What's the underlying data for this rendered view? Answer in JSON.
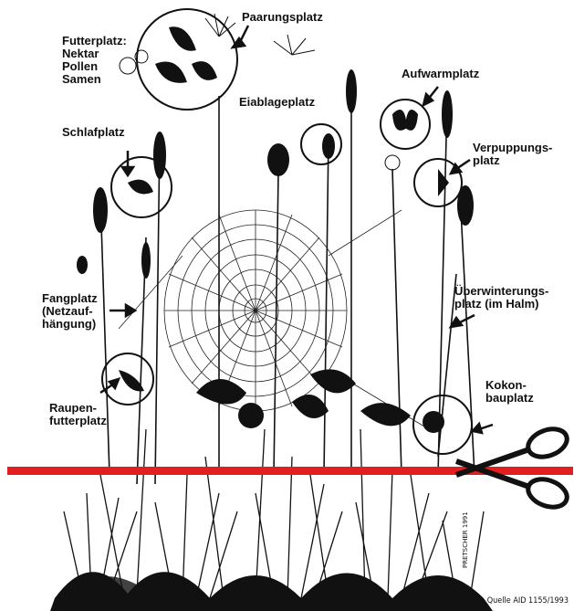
{
  "labels": {
    "futterplatz": "Futterplatz:\nNektar\nPollen\nSamen",
    "paarungsplatz": "Paarungsplatz",
    "eiablageplatz": "Eiablageplatz",
    "aufwarmplatz": "Aufwarmplatz",
    "schlafplatz": "Schlafplatz",
    "verpuppungsplatz": "Verpuppungs-\nplatz",
    "fangplatz": "Fangplatz\n(Netzauf-\nhängung)",
    "ueberwinterungsplatz": "Überwinterungs-\nplatz (im Halm)",
    "raupenfutterplatz": "Raupen-\nfutterplatz",
    "kokonbauplatz": "Kokon-\nbauplatz"
  },
  "signature": "PRETSCHER 1991",
  "credit": "Quelle AID 1155/1993",
  "colors": {
    "cut_line": "#e02020",
    "ink": "#111111"
  }
}
